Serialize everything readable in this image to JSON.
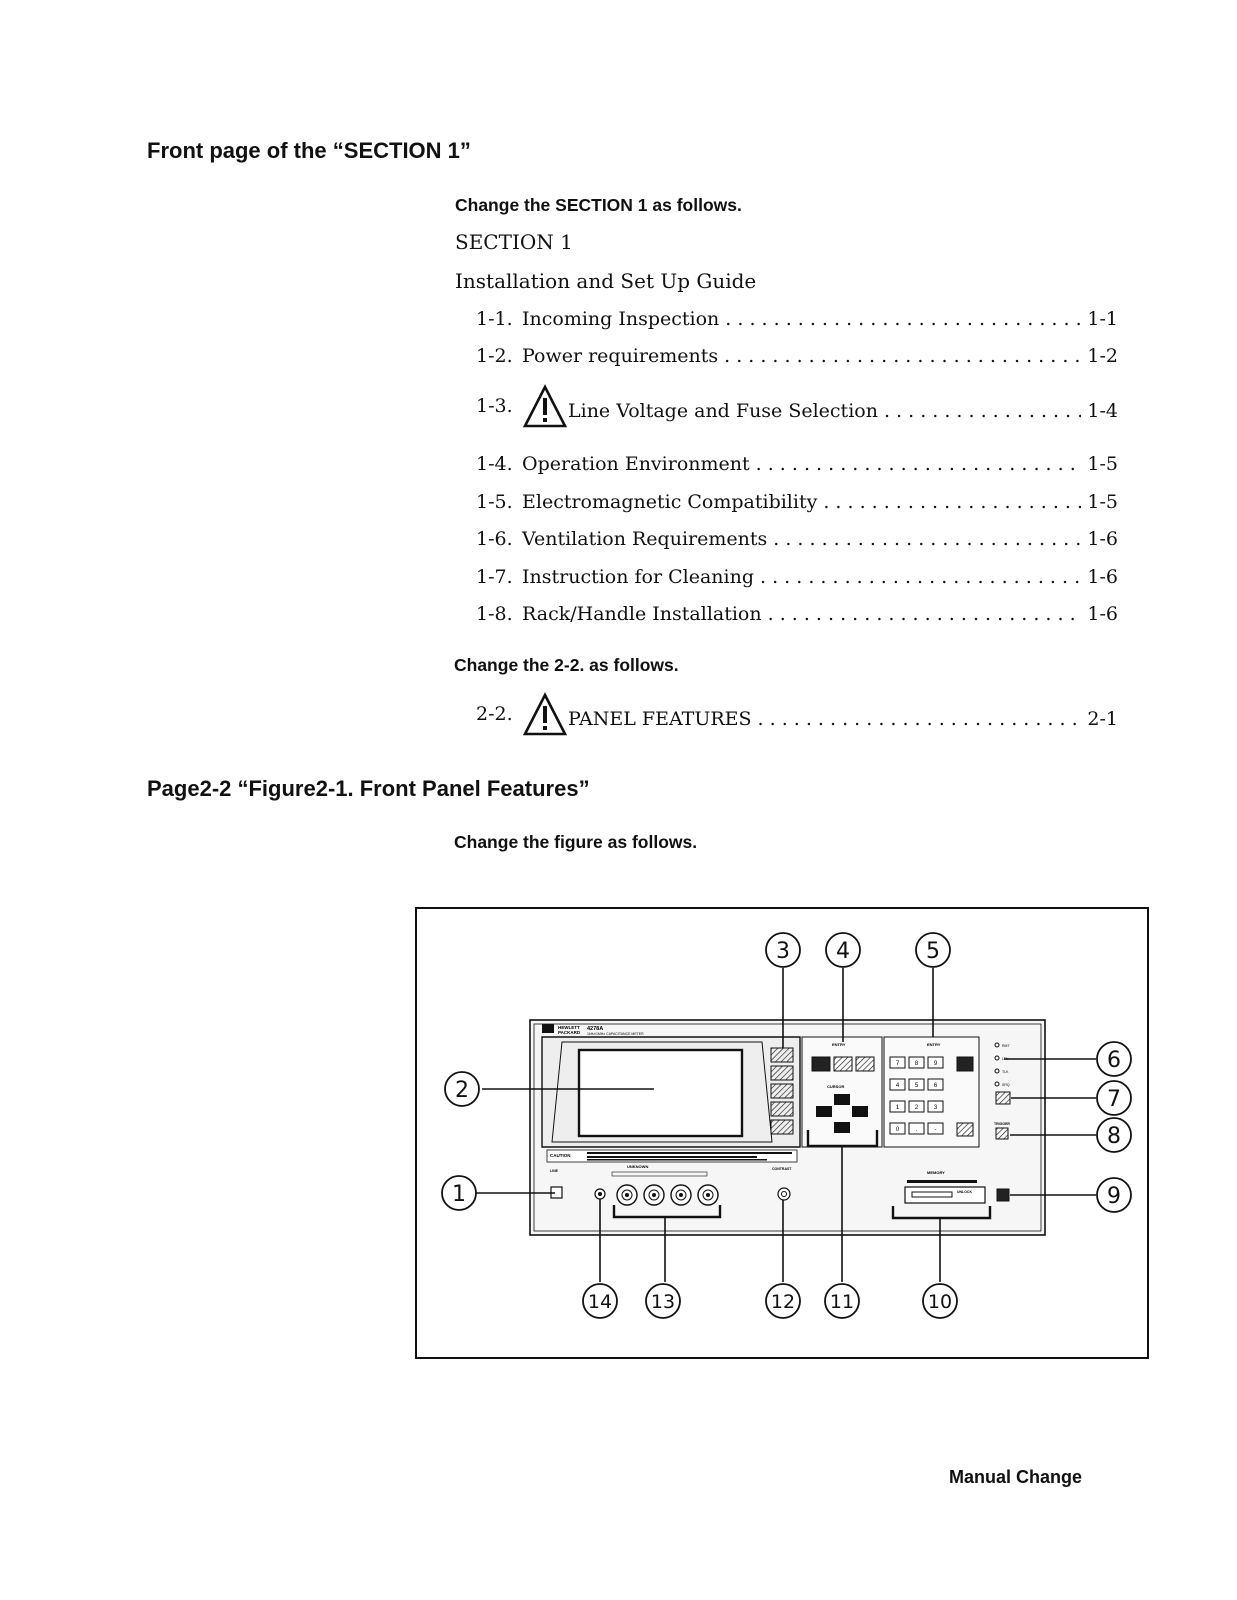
{
  "headings": {
    "front_page": "Front page of the “SECTION 1”",
    "page22": "Page2-2 “Figure2-1. Front Panel Features”"
  },
  "subheadings": {
    "change_section1": "Change the SECTION 1 as follows.",
    "change_22": "Change the 2-2. as follows.",
    "change_figure": "Change the figure as follows."
  },
  "section": {
    "label": "SECTION 1",
    "title": "Installation and Set Up Guide"
  },
  "toc": [
    {
      "num": "1-1.",
      "title": "Incoming Inspection",
      "page": "1-1",
      "warning": false
    },
    {
      "num": "1-2.",
      "title": "Power requirements",
      "page": "1-2",
      "warning": false
    },
    {
      "num": "1-3.",
      "title": "Line Voltage and Fuse Selection",
      "page": "1-4",
      "warning": true
    },
    {
      "num": "1-4.",
      "title": "Operation Environment",
      "page": "1-5",
      "warning": false
    },
    {
      "num": "1-5.",
      "title": "Electromagnetic Compatibility",
      "page": "1-5",
      "warning": false
    },
    {
      "num": "1-6.",
      "title": "Ventilation Requirements",
      "page": "1-6",
      "warning": false
    },
    {
      "num": "1-7.",
      "title": "Instruction for Cleaning",
      "page": "1-6",
      "warning": false
    },
    {
      "num": "1-8.",
      "title": "Rack/Handle Installation",
      "page": "1-6",
      "warning": false
    }
  ],
  "toc2": {
    "num": "2-2.",
    "title": "PANEL FEATURES",
    "page": "2-1",
    "warning": true
  },
  "figure": {
    "callouts": [
      "1",
      "2",
      "3",
      "4",
      "5",
      "6",
      "7",
      "8",
      "9",
      "10",
      "11",
      "12",
      "13",
      "14"
    ],
    "panel": {
      "brand_line1": "HEWLETT",
      "brand_line2": "PACKARD",
      "model": "4278A",
      "model_desc": "1kHz/1MHz CAPACITANCE METER",
      "softkey_label": "ENTRY",
      "entry_label": "ENTRY",
      "cursor_label": "CURSOR",
      "caution_label": "CAUTION",
      "line_label": "LINE",
      "unknown_label": "UNKNOWN",
      "contrast_label": "CONTRAST",
      "memory_label": "MEMORY",
      "unlock_label": "UNLOCK",
      "status_labels": [
        "RMT",
        "LTN",
        "TLK",
        "SRQ"
      ],
      "trigger_label": "TRIGGER",
      "keypad": [
        "7",
        "8",
        "9",
        "4",
        "5",
        "6",
        "1",
        "2",
        "3",
        "0",
        ".",
        "-"
      ]
    },
    "colors": {
      "ink": "#111111",
      "panel": "#f4f4f4",
      "key": "#222222"
    }
  },
  "footer": "Manual Change"
}
